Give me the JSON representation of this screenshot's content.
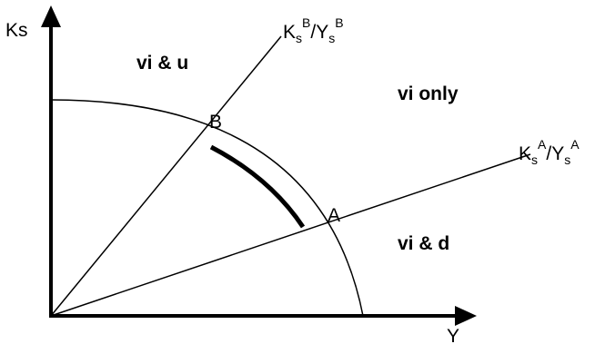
{
  "axes": {
    "y_label": "Ks",
    "x_label": "Y"
  },
  "rays": {
    "upper": {
      "k": "K",
      "k_sub": "s",
      "k_sup": "B",
      "slash": "/",
      "y": "Y",
      "y_sub": "s",
      "y_sup": "B"
    },
    "lower": {
      "k": "K",
      "k_sub": "s",
      "k_sup": "A",
      "slash": "/",
      "y": "Y",
      "y_sub": "s",
      "y_sup": "A"
    }
  },
  "points": {
    "b": "B",
    "a": "A"
  },
  "regions": {
    "upper": "vi & u",
    "middle": "vi only",
    "lower": "vi & d"
  }
}
